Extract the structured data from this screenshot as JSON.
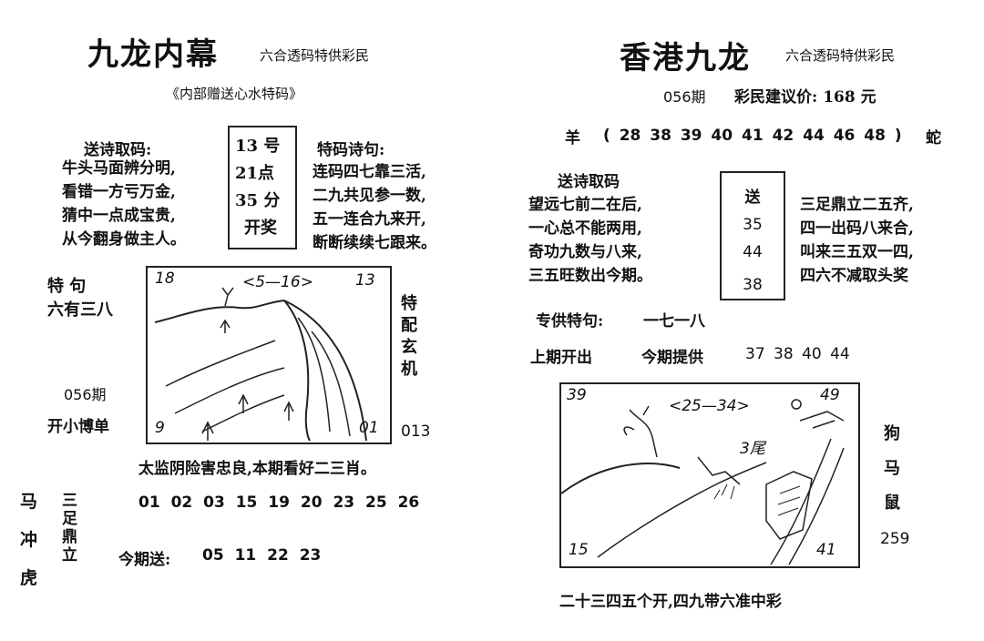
{
  "left": {
    "title": "九龙内幕",
    "subtitle": "六合透码特供彩民",
    "tagline": "《内部赠送心水特码》",
    "poem_heading": "送诗取码:",
    "poem_lines": [
      "牛头马面辨分明,",
      "看错一方亏万金,",
      "猜中一点成宝贵,",
      "从今翻身做主人。"
    ],
    "draw_box": [
      "13 号",
      "21点",
      "35 分",
      "开奖"
    ],
    "special_heading": "特码诗句:",
    "special_lines": [
      "连码四七靠三活,",
      "二九共见参一数,",
      "五一连合九来开,",
      "断断续续七跟来。"
    ],
    "teju_label": "特  句",
    "teju_value": "六有三八",
    "period": "056期",
    "bet_label": "开小博单",
    "vertical_side": [
      "特",
      "配",
      "玄",
      "机"
    ],
    "side_number": "013",
    "sketch": {
      "top_left": "18",
      "top_center": "<5—16>",
      "top_right": "13",
      "bottom_left": "9",
      "bottom_right": "01"
    },
    "hint_line": "太监阴险害忠良,本期看好二三肖。",
    "left_vertical": [
      "马",
      "冲",
      "虎"
    ],
    "three_legs": [
      "三",
      "足",
      "鼎",
      "立"
    ],
    "numbers_line": "01 02 03 15 19 20 23 25 26",
    "send_label": "今期送:",
    "send_numbers": "05 11 22 23"
  },
  "right": {
    "title": "香港九龙",
    "subtitle": "六合透码特供彩民",
    "period": "056期",
    "price": "彩民建议价: 168 元",
    "range_left": "羊",
    "range_numbers": "( 28 38 39 40 41 42 44 46 48 )",
    "range_right": "蛇",
    "poem_heading": "送诗取码",
    "poem_lines": [
      "望远七前二在后,",
      "一心总不能两用,",
      "奇功九数与八来,",
      "三五旺数出今期。"
    ],
    "send_box": [
      "送",
      "35",
      "44",
      "38"
    ],
    "right_poem": [
      "三足鼎立二五齐,",
      "四一出码八来合,",
      "叫来三五双一四,",
      "四六不减取头奖"
    ],
    "special_label": "专供特句:",
    "special_value": "一七一八",
    "last_label": "上期开出",
    "this_label": "今期提供",
    "this_numbers": "37 38 40 44",
    "sketch": {
      "top_left": "39",
      "top_center": "<25—34>",
      "top_right": "49",
      "mid": "3尾",
      "bottom_left": "15",
      "bottom_right": "41"
    },
    "zodiac": [
      "狗",
      "马",
      "鼠"
    ],
    "side_number": "259",
    "bottom_line": "二十三四五个开,四九带六准中彩"
  }
}
